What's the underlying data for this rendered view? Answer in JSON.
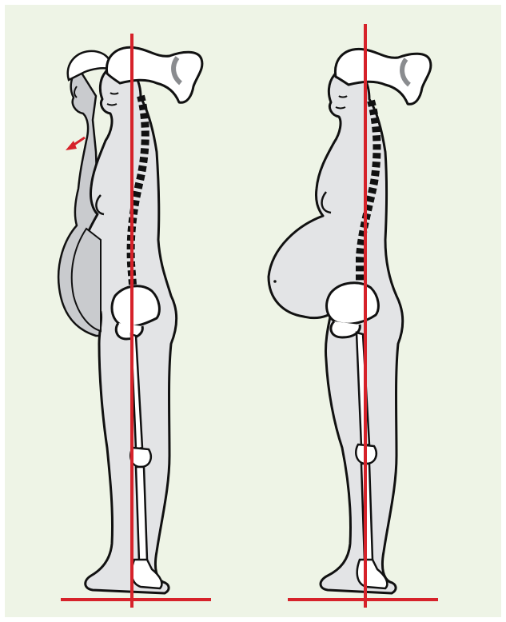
{
  "colors": {
    "background_panel": "#eef4e6",
    "page_border": "#ffffff",
    "body_fill": "#e3e4e6",
    "shadow_fill": "#c9cbce",
    "bone_fill": "#ffffff",
    "outline": "#111111",
    "hair_accent": "#8a8c8f",
    "plumb_line": "#d6222a"
  },
  "figures": [
    {
      "name": "incorrect-posture",
      "has_ghost_posture": true,
      "arrow": {
        "icon": "red-arrow-icon",
        "direction": "down-left"
      }
    },
    {
      "name": "correct-posture",
      "has_ghost_posture": false
    }
  ]
}
